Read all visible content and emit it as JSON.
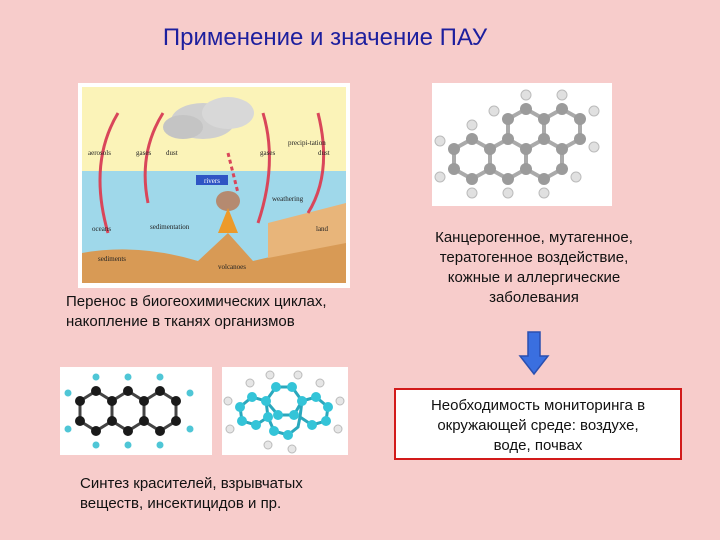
{
  "title": "Применение и значение ПАУ",
  "notes": {
    "transport_line1": "Перенос в биогеохимических циклах,",
    "transport_line2": "накопление в тканях организмов",
    "effects_line1": "Канцерогенное, мутагенное,",
    "effects_line2": "тератогенное воздействие,",
    "effects_line3": "кожные и аллергические",
    "effects_line4": "заболевания",
    "monitoring_line1": "Необходимость мониторинга в",
    "monitoring_line2": "окружающей среде: воздухе,",
    "monitoring_line3": "воде, почвах",
    "synthesis_line1": "Синтез красителей, взрывчатых",
    "synthesis_line2": "веществ, инсектицидов и пр."
  },
  "cycle_labels": {
    "aerosols": "aerosols",
    "gases_left": "gases",
    "dust_left": "dust",
    "gases_right": "gases",
    "precipitation": "precipi-tation",
    "dust_right": "dust",
    "rivers": "rivers",
    "weathering": "weathering",
    "oceans": "oceans",
    "sedimentation": "sedimentation",
    "land": "land",
    "sediments": "sediments",
    "volcanoes": "volcanoes"
  },
  "colors": {
    "background": "#f7cccb",
    "title": "#1d1f9e",
    "box_border": "#d21a1a",
    "arrow": "#3a6fe0",
    "cycle_arrows": "#d9465a",
    "sea": "#9fd8ea",
    "sky": "#fbf3b8",
    "ground": "#d89a55",
    "atom_gray": "#9b9b9b",
    "atom_black": "#1a1a1a",
    "atom_cyan": "#34c4d8",
    "hydrogen": "#e8e8e8"
  }
}
